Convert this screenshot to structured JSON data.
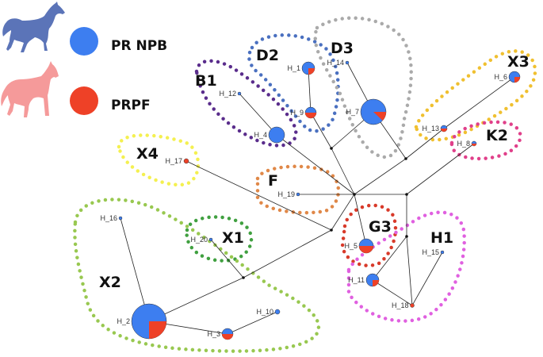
{
  "legend": [
    {
      "label": "PR NPB",
      "color": "#3d7ef0",
      "horse_color": "#5b74b8",
      "icon": "horse-icon"
    },
    {
      "label": "PRPF",
      "color": "#ee4127",
      "horse_color": "#f59a9a",
      "icon": "horse-icon"
    }
  ],
  "groups": [
    {
      "id": "D2",
      "label": "D2",
      "color": "#4a70c0"
    },
    {
      "id": "D3",
      "label": "D3",
      "color": "#aaaaaa"
    },
    {
      "id": "B1",
      "label": "B1",
      "color": "#5a2d8c"
    },
    {
      "id": "X3",
      "label": "X3",
      "color": "#f0c030"
    },
    {
      "id": "K2",
      "label": "K2",
      "color": "#e0408a"
    },
    {
      "id": "X4",
      "label": "X4",
      "color": "#f4f050"
    },
    {
      "id": "F",
      "label": "F",
      "color": "#e08848"
    },
    {
      "id": "G3",
      "label": "G3",
      "color": "#d83a2a"
    },
    {
      "id": "H1",
      "label": "H1",
      "color": "#e060e0"
    },
    {
      "id": "X1",
      "label": "X1",
      "color": "#40a040"
    },
    {
      "id": "X2",
      "label": "X2",
      "color": "#98c850"
    }
  ],
  "haplotypes": [
    {
      "id": "H1",
      "label": "H_1",
      "prpf_fraction": 0.25
    },
    {
      "id": "H2",
      "label": "H_2",
      "prpf_fraction": 0.25
    },
    {
      "id": "H3",
      "label": "H_3",
      "prpf_fraction": 0.5
    },
    {
      "id": "H4",
      "label": "H_4",
      "prpf_fraction": 0
    },
    {
      "id": "H5",
      "label": "H_5",
      "prpf_fraction": 0.5
    },
    {
      "id": "H6",
      "label": "H_6",
      "prpf_fraction": 0.25
    },
    {
      "id": "H7",
      "label": "H_7",
      "prpf_fraction": 0.12
    },
    {
      "id": "H8",
      "label": "H_8",
      "prpf_fraction": 0.5
    },
    {
      "id": "H9",
      "label": "H_9",
      "prpf_fraction": 0.5
    },
    {
      "id": "H10",
      "label": "H_10",
      "prpf_fraction": 0
    },
    {
      "id": "H11",
      "label": "H_11",
      "prpf_fraction": 0.25
    },
    {
      "id": "H12",
      "label": "H_12",
      "prpf_fraction": 0
    },
    {
      "id": "H13",
      "label": "H_13",
      "prpf_fraction": 0.5
    },
    {
      "id": "H14",
      "label": "H_14",
      "prpf_fraction": 0
    },
    {
      "id": "H15",
      "label": "H_15",
      "prpf_fraction": 0
    },
    {
      "id": "H16",
      "label": "H_16",
      "prpf_fraction": 0
    },
    {
      "id": "H17",
      "label": "H_17",
      "prpf_fraction": 1
    },
    {
      "id": "H18",
      "label": "H_18",
      "prpf_fraction": 1
    },
    {
      "id": "H19",
      "label": "H_19",
      "prpf_fraction": 0
    },
    {
      "id": "H20",
      "label": "H_20",
      "prpf_fraction": 0
    }
  ],
  "colors": {
    "pr_npb": "#3d7ef0",
    "prpf": "#ee4127"
  }
}
